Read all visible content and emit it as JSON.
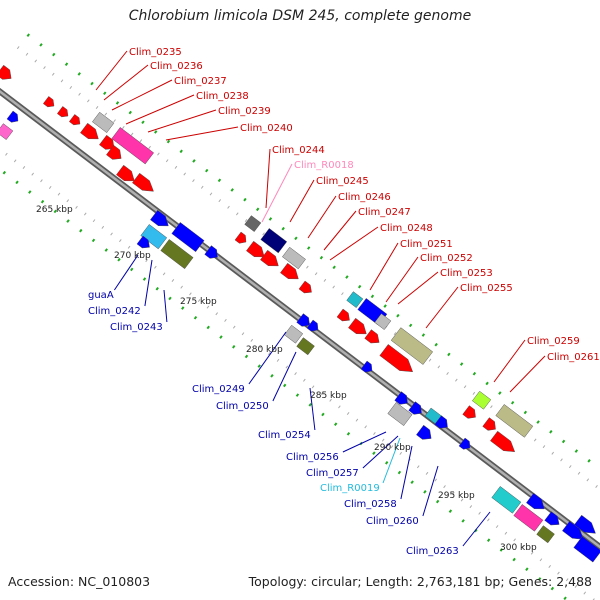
{
  "title": "Chlorobium limicola DSM 245, complete genome",
  "footer": {
    "accession": "Accession: NC_010803",
    "summary": "Topology: circular; Length: 2,763,181 bp; Genes: 2,488"
  },
  "colors": {
    "forward_gene": "#ff0000",
    "reverse_gene": "#0000ff",
    "forward_label": "#cc0000",
    "reverse_label": "#0000aa",
    "rna_forward_label": "#ff88bb",
    "rna_reverse_label": "#22bbdd",
    "backbone": "#888888",
    "tick": "#008800"
  },
  "ticks": [
    "265 kbp",
    "270 kbp",
    "275 kbp",
    "280 kbp",
    "285 kbp",
    "290 kbp",
    "295 kbp",
    "300 kbp"
  ],
  "forward_labels": [
    "Clim_0235",
    "Clim_0236",
    "Clim_0237",
    "Clim_0238",
    "Clim_0239",
    "Clim_0240",
    "Clim_0244",
    "Clim_R0018",
    "Clim_0245",
    "Clim_0246",
    "Clim_0247",
    "Clim_0248",
    "Clim_0251",
    "Clim_0252",
    "Clim_0253",
    "Clim_0255",
    "Clim_0259",
    "Clim_0261"
  ],
  "reverse_labels": [
    "guaA",
    "Clim_0242",
    "Clim_0243",
    "Clim_0249",
    "Clim_0250",
    "Clim_0254",
    "Clim_0256",
    "Clim_0257",
    "Clim_R0019",
    "Clim_0258",
    "Clim_0260",
    "Clim_0263"
  ]
}
